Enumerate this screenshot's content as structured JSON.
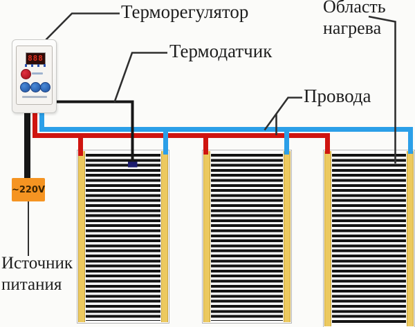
{
  "labels": {
    "thermoregulator": "Терморегулятор",
    "thermosensor": "Термодатчик",
    "heating_area": {
      "line1": "Область",
      "line2": "нагрева"
    },
    "wires": "Провода",
    "power_source": {
      "line1": "Источник",
      "line2": "питания"
    },
    "voltage_badge": "~220V"
  },
  "thermostat": {
    "display_value": "888"
  },
  "diagram": {
    "heating_mats_count": 3
  },
  "colors": {
    "background": "#fbfbf9",
    "wire_blue": "#2b9fe8",
    "wire_red": "#cf1510",
    "wire_black": "#161616",
    "pointer_line": "#2f2f2f",
    "mat_stripe": "#141414",
    "mat_edge_yellow": "#ecc95f",
    "mat_edge_border": "#c9a43c",
    "voltage_box_orange": "#f59422",
    "sensor_navy": "#1c1c6e",
    "label_text": "#1e1e1e"
  }
}
